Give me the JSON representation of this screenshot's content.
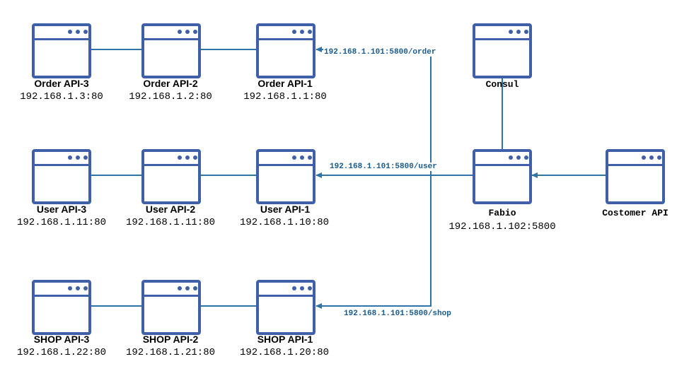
{
  "nodes": {
    "order3": {
      "name": "Order API-3",
      "addr": "192.168.1.3:80"
    },
    "order2": {
      "name": "Order API-2",
      "addr": "192.168.1.2:80"
    },
    "order1": {
      "name": "Order API-1",
      "addr": "192.168.1.1:80"
    },
    "consul": {
      "name": "Consul"
    },
    "user3": {
      "name": "User API-3",
      "addr": "192.168.1.11:80"
    },
    "user2": {
      "name": "User API-2",
      "addr": "192.168.1.11:80"
    },
    "user1": {
      "name": "User API-1",
      "addr": "192.168.1.10:80"
    },
    "fabio": {
      "name": "Fabio",
      "addr": "192.168.1.102:5800"
    },
    "customer": {
      "name": "Costomer API"
    },
    "shop3": {
      "name": "SHOP API-3",
      "addr": "192.168.1.22:80"
    },
    "shop2": {
      "name": "SHOP API-2",
      "addr": "192.168.1.21:80"
    },
    "shop1": {
      "name": "SHOP API-1",
      "addr": "192.168.1.20:80"
    }
  },
  "routes": {
    "order": "192.168.1.101:5800/order",
    "user": "192.168.1.101:5800/user",
    "shop": "192.168.1.101:5800/shop"
  },
  "colors": {
    "icon": "#3f5fa8",
    "connector": "#2f74a8",
    "route_label": "#1a5b8c"
  }
}
